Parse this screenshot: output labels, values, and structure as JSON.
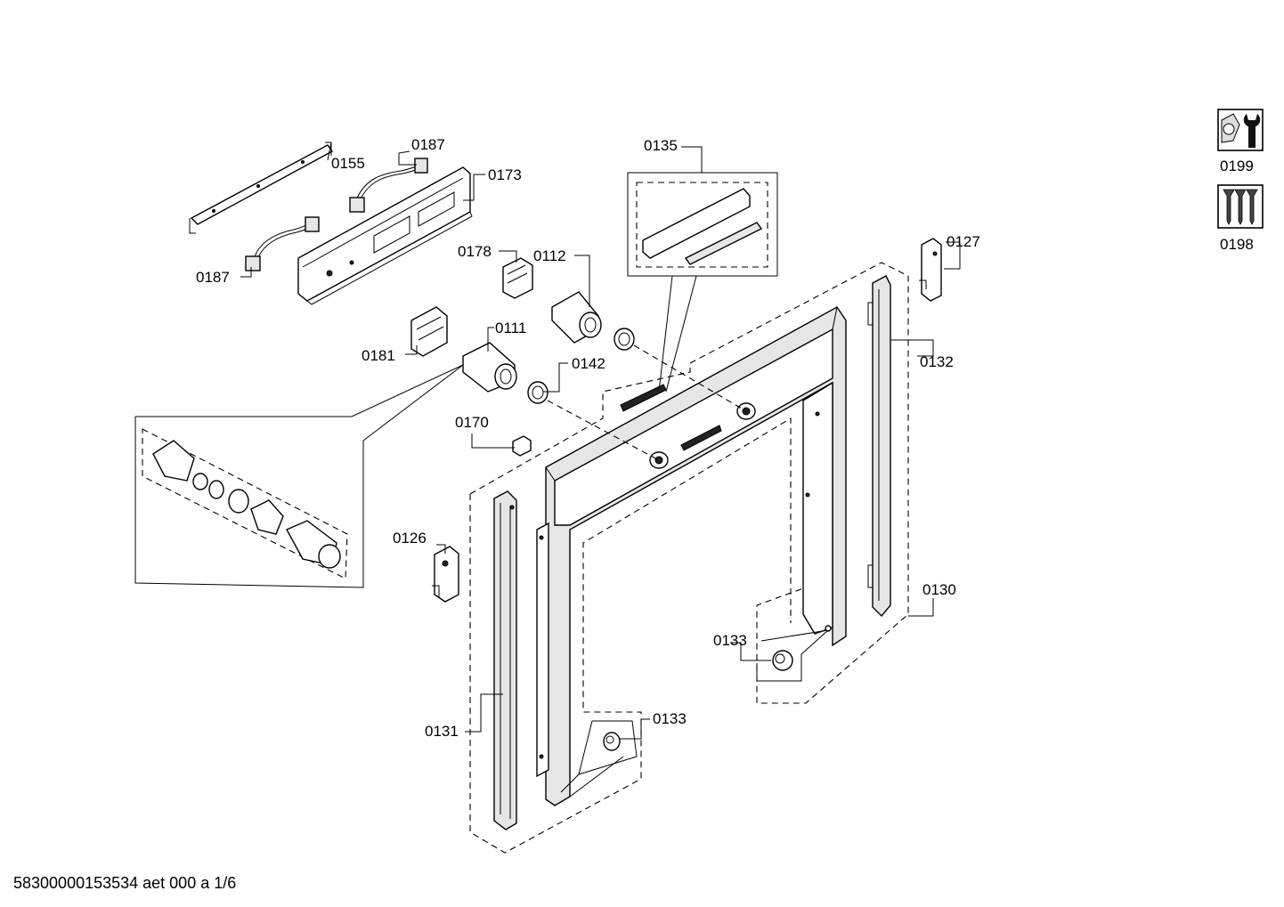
{
  "labels": {
    "p0155": "0155",
    "p0187a": "0187",
    "p0187b": "0187",
    "p0173": "0173",
    "p0178": "0178",
    "p0112": "0112",
    "p0181": "0181",
    "p0111": "0111",
    "p0142": "0142",
    "p0170": "0170",
    "p0135": "0135",
    "p0127": "0127",
    "p0132": "0132",
    "p0126": "0126",
    "p0130": "0130",
    "p0133a": "0133",
    "p0133b": "0133",
    "p0131": "0131",
    "p0199": "0199",
    "p0198": "0198"
  },
  "icons": {
    "service": "wrench-nut-icon",
    "screws": "screws-icon"
  },
  "footer": {
    "doc_id": "58300000153534 aet 000 a 1/6"
  }
}
